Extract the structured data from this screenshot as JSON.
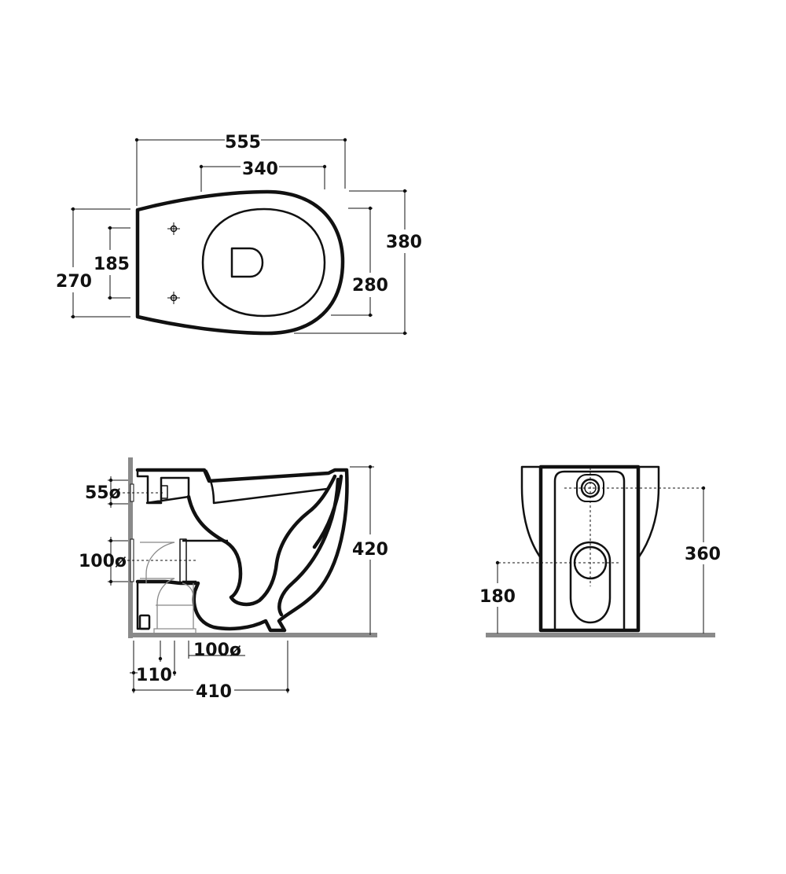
{
  "top_view": {
    "overall_length": "555",
    "seat_length": "340",
    "overall_width": "380",
    "bowl_width": "280",
    "rear_width": "270",
    "fixing_spacing": "185"
  },
  "side_view": {
    "height": "420",
    "inlet_diameter": "55ø",
    "outlet_diameter": "100ø",
    "floor_outlet_diameter": "100ø",
    "floor_outlet_distance": "110",
    "depth": "410"
  },
  "rear_view": {
    "total_height": "360",
    "outlet_height": "180"
  }
}
